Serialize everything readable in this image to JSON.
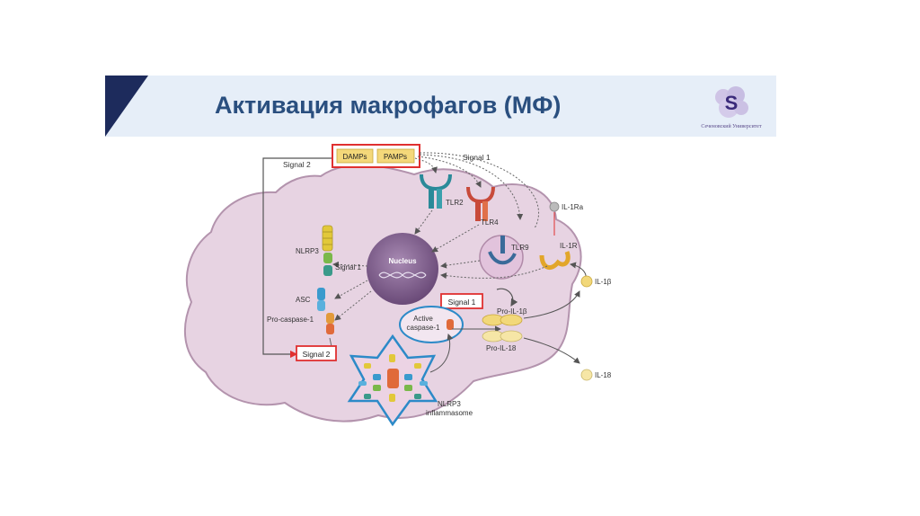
{
  "slide": {
    "title": "Активация макрофагов (МФ)",
    "logo": {
      "text": "Сеченовский Университет",
      "letter": "S"
    }
  },
  "diagram": {
    "inputs": {
      "damps": "DAMPs",
      "pamps": "PAMPs"
    },
    "signals": {
      "signal1_top": "Signal 1",
      "signal2_top": "Signal 2",
      "signal1_nlrp3": "Signal 1",
      "signal1_boxed": "Signal 1",
      "signal2_boxed": "Signal 2"
    },
    "receptors": {
      "tlr2": "TLR2",
      "tlr4": "TLR4",
      "tlr9": "TLR9",
      "il1r": "IL-1R",
      "il1ra": "IL-1Ra"
    },
    "nucleus": "Nucleus",
    "proteins": {
      "nlrp3": "NLRP3",
      "asc": "ASC",
      "procaspase": "Pro-caspase-1",
      "active_caspase_line1": "Active",
      "active_caspase_line2": "caspase-1",
      "pro_il1b": "Pro-IL-1β",
      "pro_il18": "Pro-IL-18",
      "il1b": "IL-1β",
      "il18": "IL-18"
    },
    "inflammasome": {
      "line1": "NLRP3",
      "line2": "inflammasome"
    },
    "colors": {
      "cell": "#e7d3e2",
      "cell_edge": "#b393ad",
      "nucleus": "#7a5a86",
      "highlight": "#e03030",
      "inflammasome": "#2c8ac8",
      "accent_title": "#2a4f7f"
    }
  }
}
